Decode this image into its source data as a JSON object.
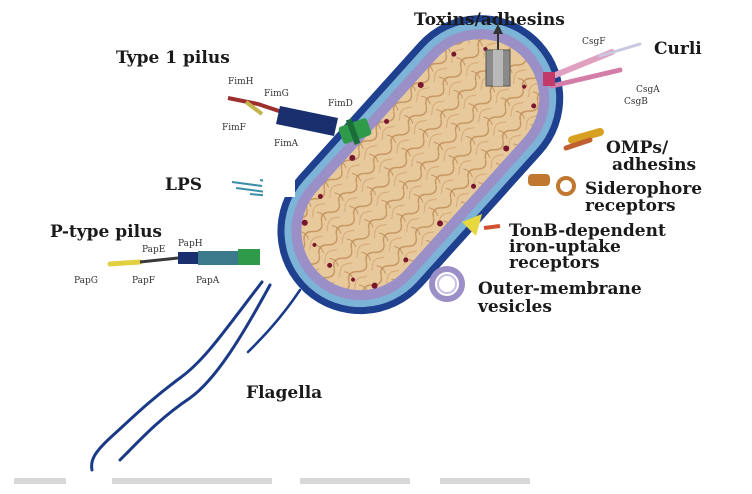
{
  "labels": {
    "toxins": "Toxins/adhesins",
    "curli": "Curli",
    "curli_csgf": "CsgF",
    "curli_csga": "CsgA",
    "curli_csgb": "CsgB",
    "type1": "Type 1 pilus",
    "fimh": "FimH",
    "fimg": "FimG",
    "fimf": "FimF",
    "fimd": "FimD",
    "fima": "FimA",
    "lps": "LPS",
    "omps_1": "OMPs/",
    "omps_2": "adhesins",
    "sid_1": "Siderophore",
    "sid_2": "receptors",
    "tonb_1": "TonB-dependent",
    "tonb_2": "iron-uptake",
    "tonb_3": "receptors",
    "omv_1": "Outer-membrane",
    "omv_2": "vesicles",
    "ptype": "P-type pilus",
    "pape": "PapE",
    "paph": "PapH",
    "papg": "PapG",
    "papf": "PapF",
    "papa": "PapA",
    "flagella": "Flagella"
  },
  "colors": {
    "outer_membrane": "#1f3f8f",
    "periplasm": "#9a8fc6",
    "cytoplasm": "#e6c79a",
    "nucleoid": "#c9a06a",
    "ribosome": "#7a1530",
    "pilus_green": "#2f9a4a",
    "flagella": "#1a3a88"
  }
}
